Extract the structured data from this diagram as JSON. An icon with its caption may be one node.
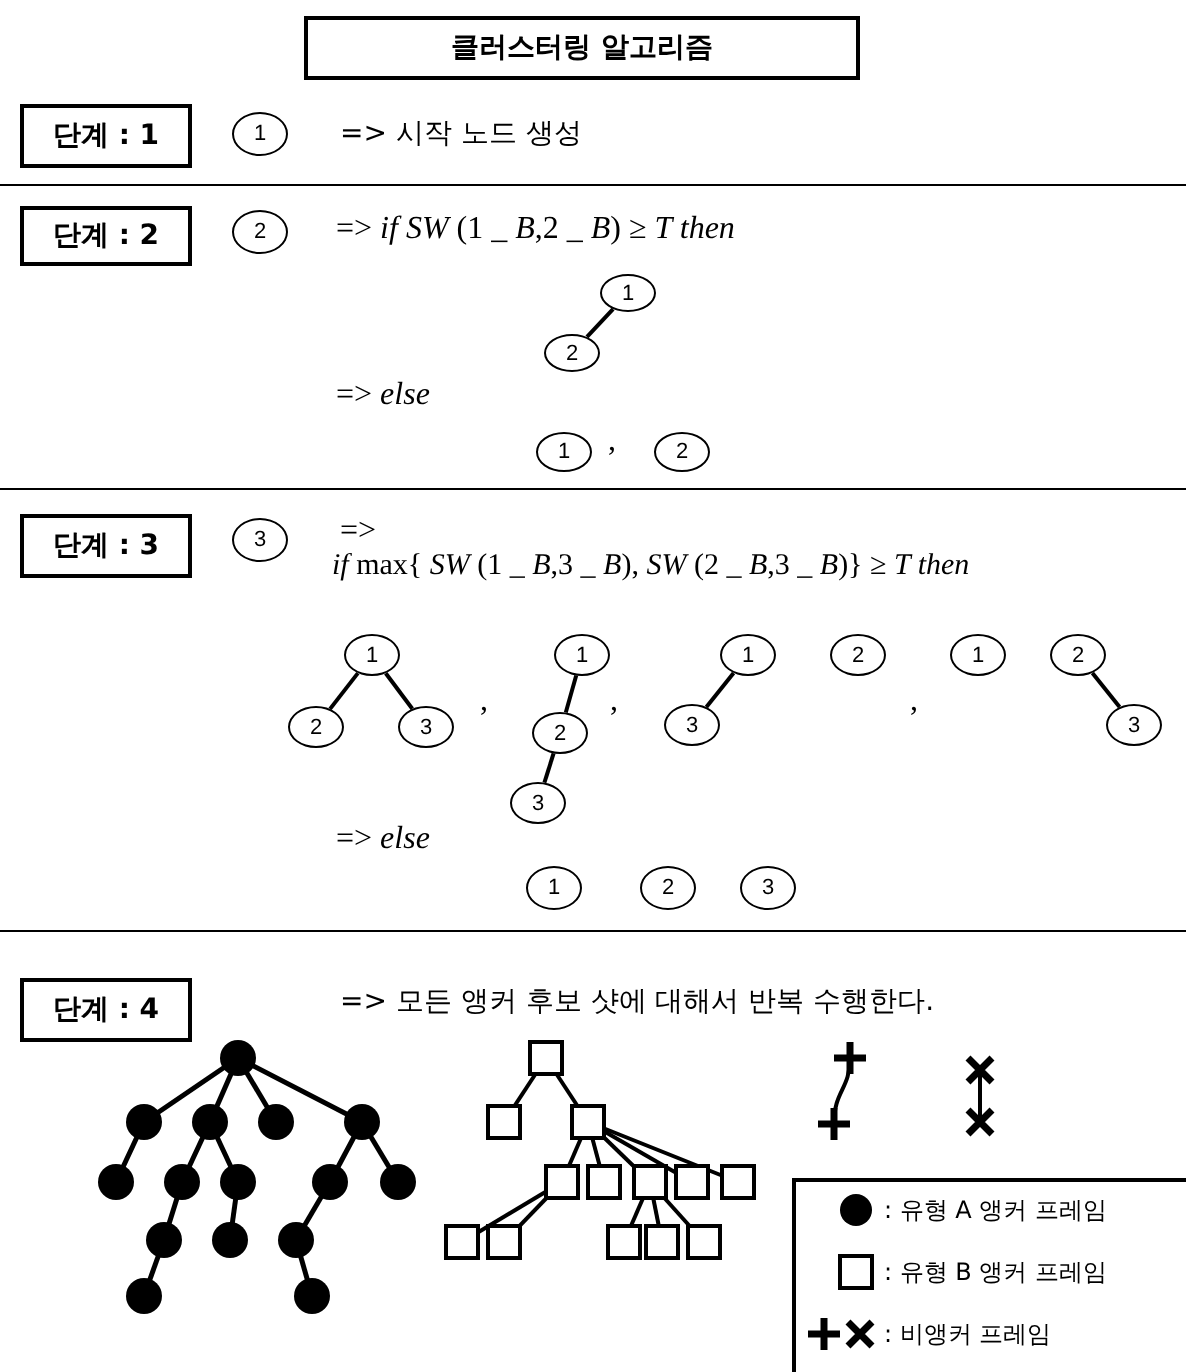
{
  "diagram": {
    "nodes": [
      {
        "text": [
          "클러스터링 알고리즘"
        ]
      },
      {
        "text": [
          "단계 : 1"
        ]
      },
      {
        "text": [
          "1"
        ]
      },
      {
        "text": [
          "단계 : 2"
        ]
      },
      {
        "text": [
          "2"
        ]
      },
      {
        "text": [
          "1"
        ]
      },
      {
        "text": [
          "2"
        ]
      },
      {
        "text": [
          "1"
        ]
      },
      {
        "text": [
          "2"
        ]
      },
      {
        "text": [
          "단계 : 3"
        ]
      },
      {
        "text": [
          "3"
        ]
      },
      {
        "text": [
          "1"
        ]
      },
      {
        "text": [
          "2"
        ]
      },
      {
        "text": [
          "3"
        ]
      },
      {
        "text": [
          "1"
        ]
      },
      {
        "text": [
          "2"
        ]
      },
      {
        "text": [
          "3"
        ]
      },
      {
        "text": [
          "1"
        ]
      },
      {
        "text": [
          "3"
        ]
      },
      {
        "text": [
          "2"
        ]
      },
      {
        "text": [
          "1"
        ]
      },
      {
        "text": [
          "2"
        ]
      },
      {
        "text": [
          "3"
        ]
      },
      {
        "text": [
          "1"
        ]
      },
      {
        "text": [
          "2"
        ]
      },
      {
        "text": [
          "3"
        ]
      },
      {
        "text": [
          "단계 : 4"
        ]
      }
    ],
    "edges": [
      {
        "from": 5,
        "to": 6,
        "arrow": "none"
      },
      {
        "from": 11,
        "to": 12,
        "arrow": "none"
      },
      {
        "from": 11,
        "to": 13,
        "arrow": "none"
      },
      {
        "from": 14,
        "to": 15,
        "arrow": "none"
      },
      {
        "from": 15,
        "to": 16,
        "arrow": "none"
      },
      {
        "from": 17,
        "to": 18,
        "arrow": "none"
      },
      {
        "from": 21,
        "to": 22,
        "arrow": "none"
      }
    ],
    "labels": [
      "=> 시작 노드 생성",
      "=> *if SW* (1 _ *B*,2 _ *B*) ≥ *T then*",
      "=> *else*",
      ",",
      "=>",
      "*if* max{ *SW* (1 _ *B*,3 _ *B*), *SW* (2 _ *B*,3 _ *B*)} ≥ *T then*",
      ",",
      ",",
      ",",
      "=> *else*",
      "=> 모든 앵커 후보 샷에 대해서 반복 수행한다."
    ],
    "legend": [
      {
        "text": ": 유형 A 앵커 프레임"
      },
      {
        "text": ": 유형 B 앵커 프레임"
      },
      {
        "text": ": 비앵커 프레임"
      }
    ]
  }
}
